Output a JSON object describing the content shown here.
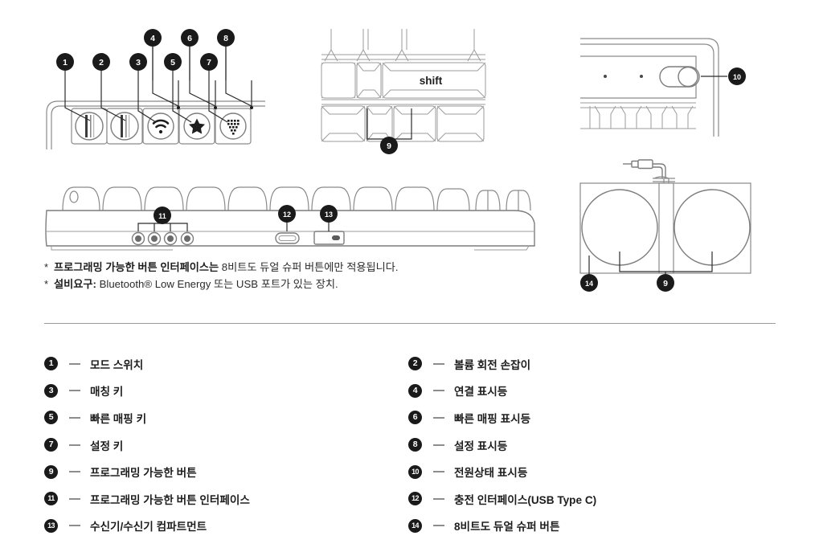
{
  "document": {
    "type": "product-manual-diagram",
    "language": "ko",
    "background_color": "#ffffff",
    "line_color": "#8a8a8a",
    "badge_color": "#1a1a1a",
    "text_color": "#1d1d1d",
    "divider_color": "#9a9a9a"
  },
  "diagrams": {
    "top_left": {
      "name": "control-strip-detail",
      "keycap_label": "",
      "callouts": [
        {
          "number": "1",
          "label_hint": "mode-switch-knob"
        },
        {
          "number": "2",
          "label_hint": "volume-rotary-knob"
        },
        {
          "number": "3",
          "label_hint": "pairing-key"
        },
        {
          "number": "4",
          "label_hint": "connection-indicator"
        },
        {
          "number": "5",
          "label_hint": "quick-mapping-key"
        },
        {
          "number": "6",
          "label_hint": "quick-mapping-indicator"
        },
        {
          "number": "7",
          "label_hint": "settings-key"
        },
        {
          "number": "8",
          "label_hint": "settings-indicator"
        }
      ],
      "icons": [
        "knob-icon",
        "knob-icon",
        "wifi-icon",
        "star-icon",
        "dots-grid-icon"
      ]
    },
    "top_center": {
      "name": "keyboard-shift-row-detail",
      "shift_key_label": "shift",
      "callouts": [
        {
          "number": "9",
          "label_hint": "programmable-buttons"
        }
      ]
    },
    "top_right": {
      "name": "power-switch-detail",
      "callouts": [
        {
          "number": "10",
          "label_hint": "power-status-indicator"
        }
      ]
    },
    "middle": {
      "name": "keyboard-side-profile",
      "callouts": [
        {
          "number": "11",
          "label_hint": "programmable-button-interface"
        },
        {
          "number": "12",
          "label_hint": "usb-type-c-charging-port"
        },
        {
          "number": "13",
          "label_hint": "receiver-compartment"
        }
      ]
    },
    "bottom_right": {
      "name": "dual-super-button-module",
      "callouts": [
        {
          "number": "14",
          "label_hint": "8bitdo-dual-super-button"
        },
        {
          "number": "9",
          "label_hint": "programmable-buttons"
        }
      ]
    }
  },
  "notes": [
    {
      "marker": "*",
      "bold": "프로그래밍 가능한 버튼 인터페이스는 ",
      "regular": "8비트도 듀얼 슈퍼 버튼에만 적용됩니다."
    },
    {
      "marker": "*",
      "bold": "설비요구: ",
      "regular": "Bluetooth® Low Energy 또는 USB 포트가 있는 장치."
    }
  ],
  "legend": {
    "left_column": [
      {
        "number": "1",
        "label": "모드 스위치"
      },
      {
        "number": "3",
        "label": "매칭 키"
      },
      {
        "number": "5",
        "label": "빠른 매핑 키"
      },
      {
        "number": "7",
        "label": "설정 키"
      },
      {
        "number": "9",
        "label": "프로그래밍 가능한 버튼"
      },
      {
        "number": "11",
        "label": "프로그래밍 가능한 버튼 인터페이스"
      },
      {
        "number": "13",
        "label": "수신기/수신기 컴파트먼트"
      }
    ],
    "right_column": [
      {
        "number": "2",
        "label": "볼륨 회전 손잡이"
      },
      {
        "number": "4",
        "label": "연결 표시등"
      },
      {
        "number": "6",
        "label": "빠른 매핑 표시등"
      },
      {
        "number": "8",
        "label": "설정 표시등"
      },
      {
        "number": "10",
        "label": "전원상태 표시등"
      },
      {
        "number": "12",
        "label": "충전 인터페이스(USB Type C)"
      },
      {
        "number": "14",
        "label": "8비트도 듀얼 슈퍼 버튼"
      }
    ]
  }
}
